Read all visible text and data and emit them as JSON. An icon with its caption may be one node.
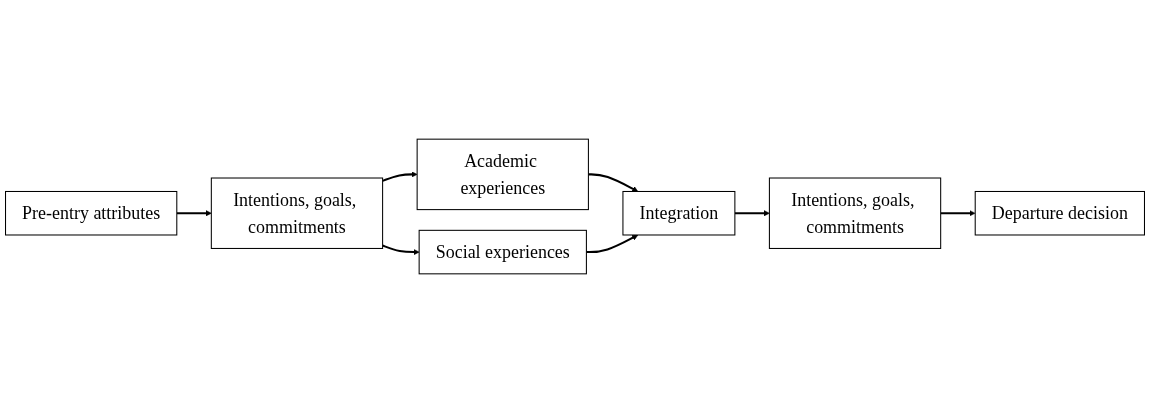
{
  "diagram": {
    "nodes": [
      {
        "text": [
          "Pre-entry attributes"
        ]
      },
      {
        "text": [
          "Intentions, goals, commitments"
        ]
      },
      {
        "text": [
          "Academic experiences"
        ]
      },
      {
        "text": [
          "Social experiences"
        ]
      },
      {
        "text": [
          "Integration"
        ]
      },
      {
        "text": [
          "Intentions, goals, commitments"
        ]
      },
      {
        "text": [
          "Departure decision"
        ]
      }
    ],
    "edges": [
      {
        "from": 0,
        "to": 1,
        "arrow": "to"
      },
      {
        "from": 1,
        "to": 2,
        "arrow": "to"
      },
      {
        "from": 1,
        "to": 3,
        "arrow": "to"
      },
      {
        "from": 2,
        "to": 4,
        "arrow": "to"
      },
      {
        "from": 3,
        "to": 4,
        "arrow": "to"
      },
      {
        "from": 4,
        "to": 5,
        "arrow": "to"
      },
      {
        "from": 5,
        "to": 6,
        "arrow": "to"
      }
    ]
  }
}
